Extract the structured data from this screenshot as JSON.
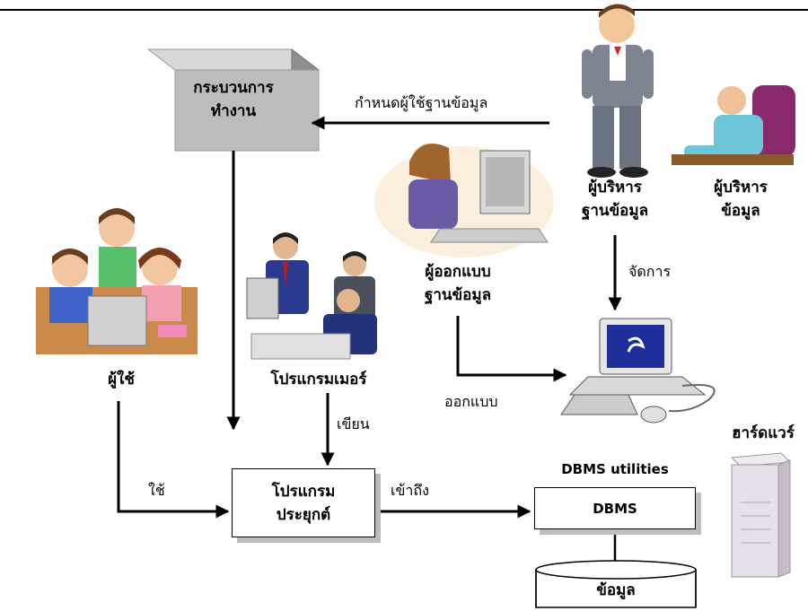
{
  "process_box": {
    "line1": "กระบวนการ",
    "line2": "ทำงาน"
  },
  "roles": {
    "db_admin": {
      "line1": "ผู้บริหาร",
      "line2": "ฐานข้อมูล"
    },
    "data_admin": {
      "line1": "ผู้บริหาร",
      "line2": "ข้อมูล"
    },
    "designer": {
      "line1": "ผู้ออกแบบ",
      "line2": "ฐานข้อมูล"
    },
    "programmer": "โปรแกรมเมอร์",
    "user": "ผู้ใช้",
    "hardware": "ฮาร์ดแวร์"
  },
  "arrows": {
    "define_users": "กำหนดผู้ใช้ฐานข้อมูล",
    "manage": "จัดการ",
    "design": "ออกแบบ",
    "write": "เขียน",
    "use": "ใช้",
    "access": "เข้าถึง"
  },
  "app_box": {
    "line1": "โปรแกรม",
    "line2": "ประยุกต์"
  },
  "dbms": {
    "utilities_label": "DBMS utilities",
    "box_label": "DBMS"
  },
  "data_store": "ข้อมูล"
}
